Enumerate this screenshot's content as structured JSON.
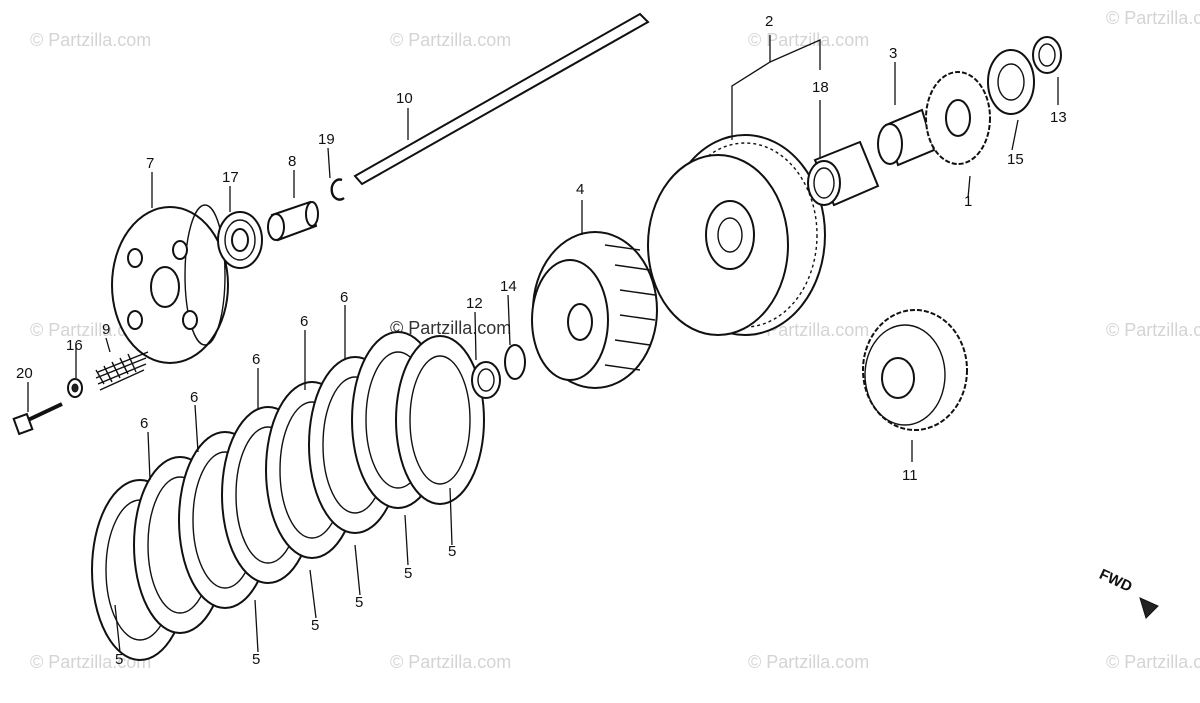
{
  "watermark": "© Partzilla.com",
  "fwd_label": "FWD",
  "labels": {
    "l1": "1",
    "l2": "2",
    "l3": "3",
    "l4": "4",
    "l5": "5",
    "l6": "6",
    "l7": "7",
    "l8": "8",
    "l9": "9",
    "l10": "10",
    "l11": "11",
    "l12": "12",
    "l13": "13",
    "l14": "14",
    "l15": "15",
    "l16": "16",
    "l17": "17",
    "l18": "18",
    "l19": "19",
    "l20": "20"
  }
}
